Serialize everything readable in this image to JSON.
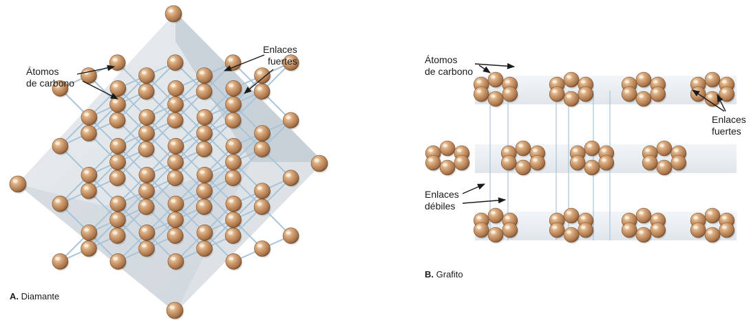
{
  "diamond": {
    "label_atoms_1": "Átomos",
    "label_atoms_2": "de carbono",
    "label_strong_1": "Enlaces",
    "label_strong_2": "fuertes",
    "caption_letter": "A.",
    "caption_name": "Diamante"
  },
  "graphite": {
    "label_atoms_1": "Átomos",
    "label_atoms_2": "de carbono",
    "label_strong_1": "Enlaces",
    "label_strong_2": "fuertes",
    "label_weak_1": "Enlaces",
    "label_weak_2": "débiles",
    "caption_letter": "B.",
    "caption_name": "Grafito"
  },
  "colors": {
    "atom_light": "#f1d3aa",
    "atom_mid": "#c89366",
    "atom_dark": "#7a4f2c",
    "bond": "#a9c4d8",
    "diamond_plane": "#c5cfd6",
    "graphite_layer": "#dde5eb",
    "text": "#1a1a1a"
  }
}
